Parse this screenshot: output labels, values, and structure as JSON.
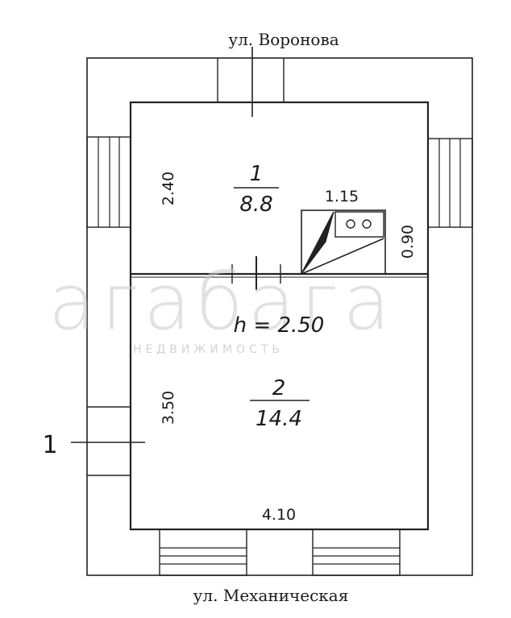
{
  "streets": {
    "top": "ул. Воронова",
    "bottom": "ул. Механическая"
  },
  "rooms": [
    {
      "number": "1",
      "area": "8.8"
    },
    {
      "number": "2",
      "area": "14.4"
    }
  ],
  "dimensions": {
    "room1_height": "2.40",
    "room2_height": "3.50",
    "width": "4.10",
    "stove_width": "1.15",
    "stove_depth": "0.90",
    "ceiling_height": "h = 2.50"
  },
  "section_mark": "1",
  "watermark": {
    "brand": "агабага",
    "tagline": "НЕДВИЖИМОСТЬ"
  }
}
